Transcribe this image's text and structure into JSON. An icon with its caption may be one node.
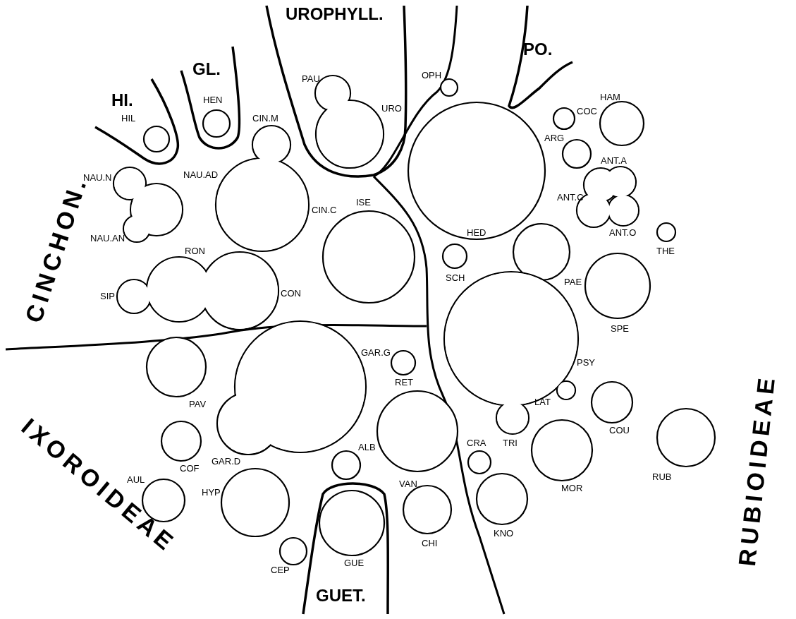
{
  "diagram": {
    "nodes": [
      {
        "text": [
          "HI."
        ]
      },
      {
        "text": [
          "HIL"
        ],
        "in": 0
      },
      {
        "text": [
          "GL."
        ]
      },
      {
        "text": [
          "HEN"
        ],
        "in": 2
      },
      {
        "text": [
          "UROPHYLL."
        ]
      },
      {
        "text": [
          "PAU",
          "URO"
        ],
        "in": 4
      },
      {
        "text": [
          "PO."
        ]
      },
      {
        "text": [
          "OPH"
        ]
      },
      {
        "text": [
          "HED"
        ]
      },
      {
        "text": [
          "COC"
        ]
      },
      {
        "text": [
          "HAM"
        ]
      },
      {
        "text": [
          "ARG"
        ]
      },
      {
        "text": [
          "CIN.M",
          "CIN.C"
        ]
      },
      {
        "text": [
          "NAU.N",
          "NAU.AD",
          "NAU.AN"
        ]
      },
      {
        "text": [
          "ANT.A",
          "ANT.C",
          "ANT.O"
        ]
      },
      {
        "text": [
          "ISE"
        ]
      },
      {
        "text": [
          "THE"
        ]
      },
      {
        "text": [
          "RON",
          "SIP",
          "CON"
        ]
      },
      {
        "text": [
          "SCH"
        ]
      },
      {
        "text": [
          "PAE"
        ]
      },
      {
        "text": [
          "SPE"
        ]
      },
      {
        "text": [
          "PSY",
          "LAT",
          "TRI"
        ]
      },
      {
        "text": [
          "GAR.G",
          "GAR.D"
        ]
      },
      {
        "text": [
          "RET"
        ]
      },
      {
        "text": [
          "PAV"
        ]
      },
      {
        "text": [
          "VAN"
        ]
      },
      {
        "text": [
          "COF"
        ]
      },
      {
        "text": [
          "CRA"
        ]
      },
      {
        "text": [
          "ALB"
        ]
      },
      {
        "text": [
          "RUB"
        ]
      },
      {
        "text": [
          "COU"
        ]
      },
      {
        "text": [
          "MOR"
        ]
      },
      {
        "text": [
          "AUL"
        ]
      },
      {
        "text": [
          "HYP"
        ]
      },
      {
        "text": [
          "CHI"
        ]
      },
      {
        "text": [
          "KNO"
        ]
      },
      {
        "text": [
          "GUET."
        ]
      },
      {
        "text": [
          "GUE"
        ],
        "in": 36
      },
      {
        "text": [
          "CEP"
        ]
      }
    ],
    "labels": [
      "CINCHON.",
      "IXOROIDEAE",
      "RUBIOIDEAE"
    ]
  }
}
